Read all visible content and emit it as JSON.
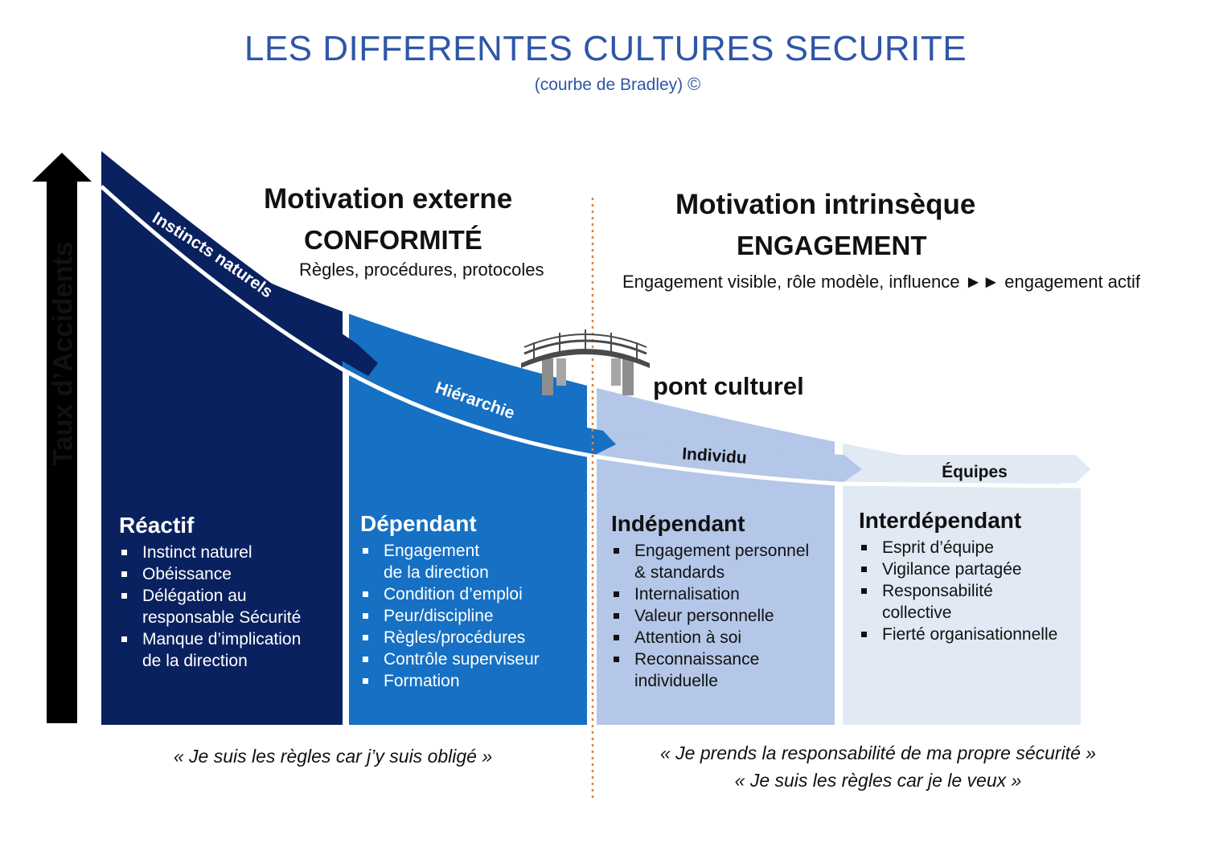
{
  "title": "LES DIFFERENTES CULTURES SECURITE",
  "subtitle": "(courbe de Bradley)",
  "copyright_symbol": "©",
  "y_axis_label": "Taux d’Accidents",
  "left_header": {
    "line1": "Motivation externe",
    "line2": "CONFORMITÉ",
    "line3": "Règles, procédures, protocoles"
  },
  "right_header": {
    "line1": "Motivation intrinsèque",
    "line2": "ENGAGEMENT",
    "line3": "Engagement visible, rôle modèle, influence ►► engagement actif"
  },
  "bridge_label": "pont culturel",
  "curve_labels": {
    "instincts": "Instincts naturels",
    "hierarchie": "Hiérarchie",
    "individu": "Individu",
    "equipes": "Équipes"
  },
  "stages": [
    {
      "title": "Réactif",
      "color": "#0a2160",
      "items": [
        "Instinct naturel",
        "Obéissance",
        "Délégation au",
        "responsable Sécurité",
        "Manque d’implication",
        "de la direction"
      ]
    },
    {
      "title": "Dépendant",
      "color": "#1670c4",
      "items": [
        "Engagement",
        "de la direction",
        "Condition d’emploi",
        "Peur/discipline",
        "Règles/procédures",
        "Contrôle superviseur",
        "Formation"
      ]
    },
    {
      "title": "Indépendant",
      "color": "#b4c7e8",
      "items": [
        "Engagement personnel",
        "& standards",
        "Internalisation",
        "Valeur personnelle",
        "Attention à soi",
        "Reconnaissance",
        "individuelle"
      ]
    },
    {
      "title": "Interdépendant",
      "color": "#e1e9f4",
      "items": [
        "Esprit d’équipe",
        "Vigilance partagée",
        "Responsabilité",
        "collective",
        "Fierté organisationnelle"
      ]
    }
  ],
  "quotes": {
    "left": "« Je suis les règles car j’y suis obligé »",
    "right1": "« Je prends la responsabilité de ma propre sécurité »",
    "right2": "« Je suis les règles car je le veux »"
  },
  "colors": {
    "title": "#2f56a8",
    "divider": "#e0803a",
    "band_dark": "#0a2160",
    "band_mid": "#1670c4",
    "band_light": "#b4c7e8",
    "band_pale": "#e1e9f4"
  }
}
